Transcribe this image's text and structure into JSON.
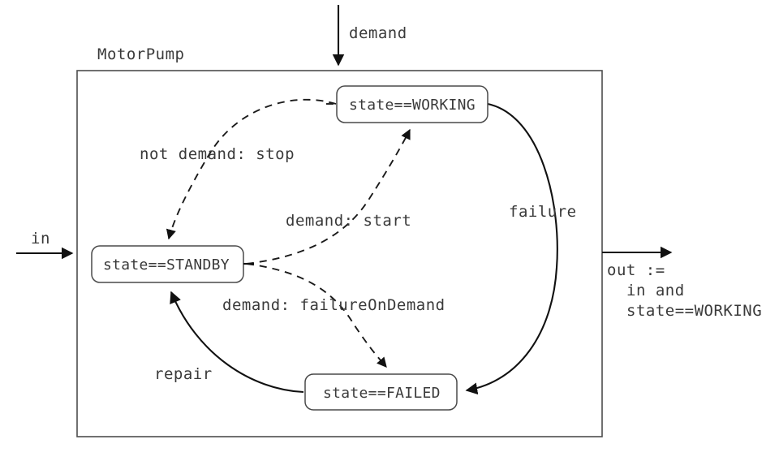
{
  "diagram": {
    "title": "MotorPump",
    "container": {
      "label": "MotorPump"
    },
    "ports": {
      "input_top": {
        "label": "demand",
        "name": "demand"
      },
      "input_left": {
        "label": "in",
        "name": "in"
      },
      "output_right": {
        "line1": "out :=",
        "line2": "in and",
        "line3": "state==WORKING"
      }
    },
    "states": [
      {
        "id": "working",
        "label": "state==WORKING"
      },
      {
        "id": "standby",
        "label": "state==STANDBY"
      },
      {
        "id": "failed",
        "label": "state==FAILED"
      }
    ],
    "transitions": [
      {
        "id": "stop",
        "label": "not demand: stop",
        "from": "working",
        "to": "standby",
        "style": "dashed"
      },
      {
        "id": "start",
        "label": "demand: start",
        "from": "standby",
        "to": "working",
        "style": "dashed"
      },
      {
        "id": "failureOnDemand",
        "label": "demand: failureOnDemand",
        "from": "standby",
        "to": "failed",
        "style": "dashed"
      },
      {
        "id": "failure",
        "label": "failure",
        "from": "working",
        "to": "failed",
        "style": "solid"
      },
      {
        "id": "repair",
        "label": "repair",
        "from": "failed",
        "to": "standby",
        "style": "solid"
      }
    ],
    "colors": {
      "stroke": "#111111",
      "text": "#3a3a3a",
      "container_stroke": "#4d4d4d",
      "background": "#ffffff"
    }
  }
}
